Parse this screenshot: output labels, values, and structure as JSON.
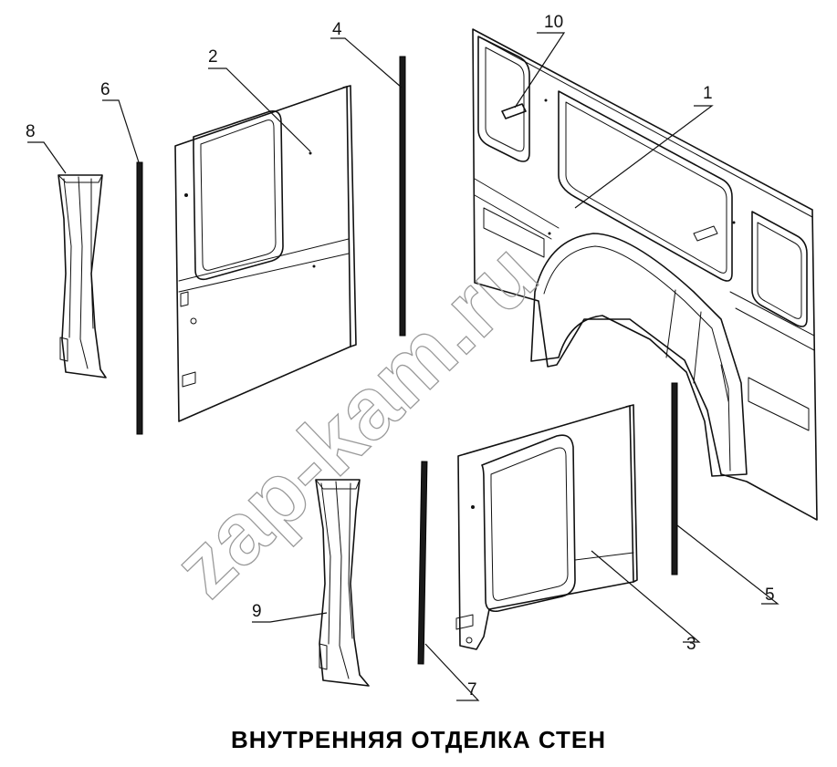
{
  "caption": "ВНУТРЕННЯЯ ОТДЕЛКА СТЕН",
  "watermark": "zap-kam.ru",
  "callouts": [
    "1",
    "2",
    "3",
    "4",
    "5",
    "6",
    "7",
    "8",
    "9",
    "10"
  ],
  "colors": {
    "line": "#111111",
    "watermark": "#9a9a9a",
    "background": "#ffffff"
  }
}
